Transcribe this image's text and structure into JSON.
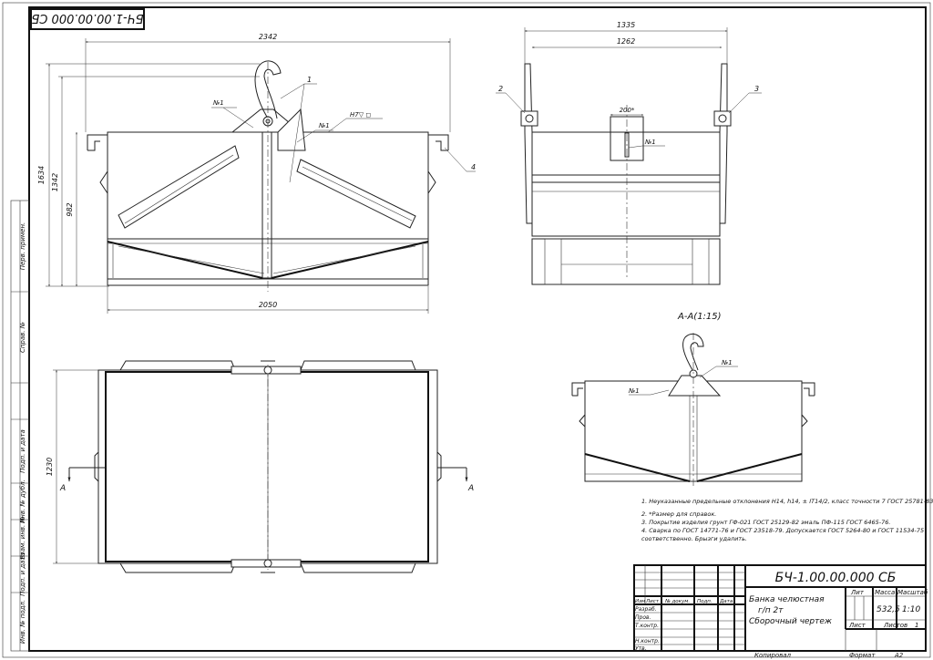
{
  "drawing": {
    "code_main": "БЧ-1.00.00.000 СБ",
    "code_rotated": "БЧ-1.00.00.000 СБ",
    "title_lines": [
      "Банка челюстная",
      "г/п 2т",
      "Сборочный чертеж"
    ],
    "lit_label": "Лит",
    "mass_label": "Масса",
    "scale_label": "Масштаб",
    "mass_value": "532,5",
    "scale_value": "1:10",
    "sheet_label": "Лист",
    "sheets_label": "Листов",
    "sheets_value": "1",
    "copied_label": "Копировал",
    "format_label": "Формат",
    "format_value": "А2",
    "stamp_cols": [
      "Изм",
      "Лист",
      "№ докум.",
      "Подп.",
      "Дата"
    ],
    "stamp_rows": [
      "Разраб.",
      "Пров.",
      "Т.контр.",
      "Н.контр.",
      "Утв."
    ]
  },
  "side_strip": [
    "Перв. примен.",
    "Справ. №",
    "Подп. и дата",
    "Инв. № дубл.",
    "Взам. инв. №",
    "Подп. и дата",
    "Инв. № подл."
  ],
  "front_view": {
    "dims": {
      "top_width": "2342",
      "bottom_width": "2050",
      "overall_height": "1634",
      "h2": "1342",
      "h3": "982"
    },
    "callouts": {
      "item1": "1",
      "item4": "4",
      "weld1": "№1",
      "weld2": "№1",
      "tolerance": "Н7▽ ◻"
    }
  },
  "side_view": {
    "dims": {
      "top_width": "1335",
      "inner_width": "1262",
      "slot": "200*"
    },
    "callouts": {
      "item2": "2",
      "item3": "3",
      "weld": "№1"
    }
  },
  "plan_view": {
    "dims": {
      "height": "1230"
    },
    "section_marks": [
      "А",
      "А"
    ]
  },
  "section": {
    "label": "А-А(1:15)",
    "callouts": {
      "weld1": "№1",
      "weld2": "№1"
    }
  },
  "notes": [
    "1. Неуказанные предельные отклонения Н14, h14, ± IT14/2, класс точности 7 ГОСТ 25781-83.",
    "2. *Размер для справок.",
    "3. Покрытие изделия грунт ГФ-021 ГОСТ 25129-82 эмаль ПФ-115 ГОСТ 6465-76.",
    "4. Сварка по ГОСТ 14771-76 и ГОСТ 23518-79. Допускается ГОСТ 5264-80 и ГОСТ 11534-75",
    "соответственно. Брызги удалить."
  ]
}
